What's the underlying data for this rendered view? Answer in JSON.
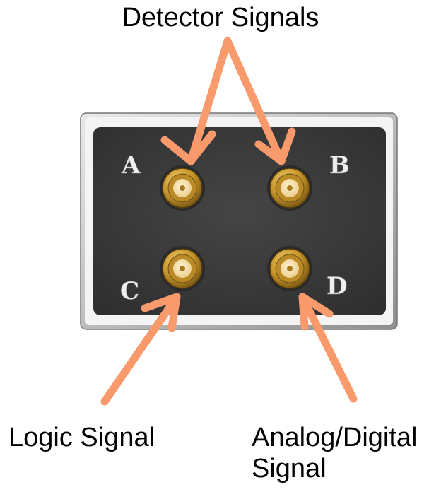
{
  "captions": {
    "detector": "Detector Signals",
    "logic": "Logic Signal",
    "analog_line1": "Analog/Digital",
    "analog_line2": "Signal"
  },
  "connectors": [
    {
      "label": "A"
    },
    {
      "label": "B"
    },
    {
      "label": "C"
    },
    {
      "label": "D"
    }
  ],
  "colors": {
    "arrow": "#f99a6c",
    "panel": "#3b3b3b",
    "frame": "#c9c9c9",
    "gold": "#c79a2b"
  }
}
